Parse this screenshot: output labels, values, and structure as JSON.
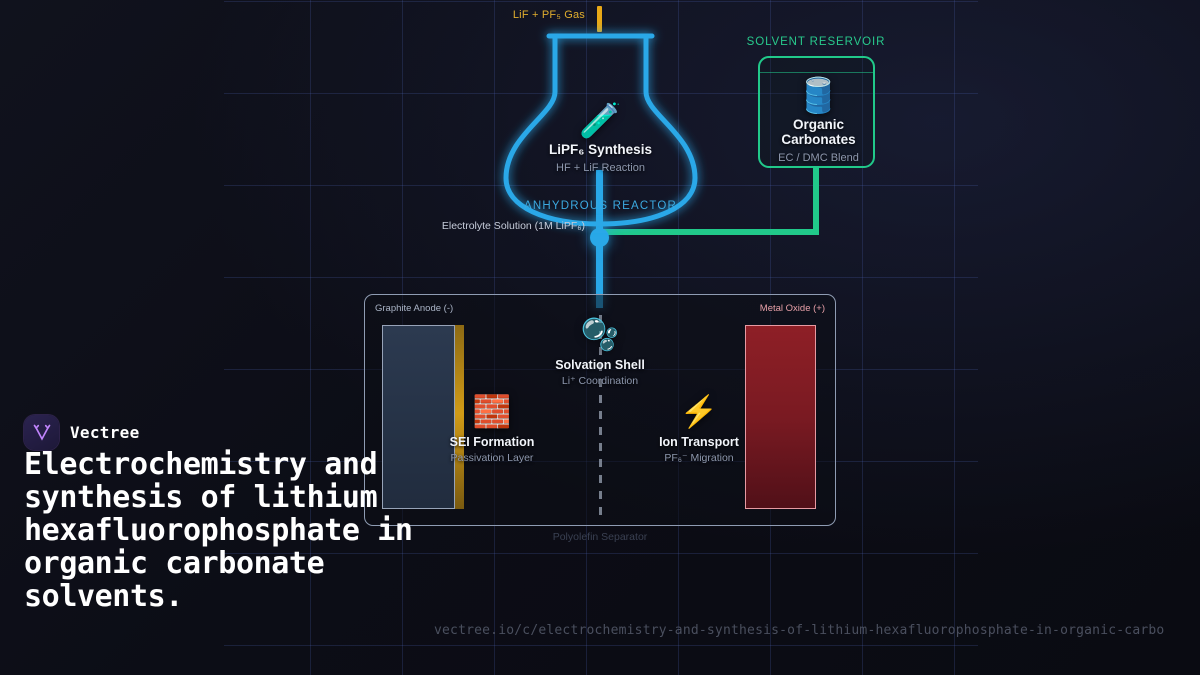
{
  "brand": {
    "name": "Vectree",
    "logo_icon": "vectree-logo-icon",
    "accent": "#a855f7"
  },
  "headline": "Electrochemistry and synthesis of lithium hexafluorophosphate in organic carbonate solvents.",
  "footer_url": "vectree.io/c/electrochemistry-and-synthesis-of-lithium-hexafluorophosphate-in-organic-carbo",
  "diagram": {
    "gas_outlet": {
      "label": "LiF + PF₅ Gas",
      "color": "#e0ad2e"
    },
    "reactor": {
      "caption": "ANHYDROUS REACTOR",
      "icon": "🧪",
      "icon_name": "test-tube-icon",
      "title": "LiPF₆ Synthesis",
      "subtitle": "HF + LiF Reaction",
      "color": "#29a8e8"
    },
    "reservoir": {
      "caption": "SOLVENT RESERVOIR",
      "icon": "🛢️",
      "icon_name": "barrel-icon",
      "title": "Organic Carbonates",
      "subtitle": "EC / DMC Blend",
      "color": "#21c98a"
    },
    "electrolyte_flow_label": "Electrolyte Solution (1M LiPF₆)",
    "cell": {
      "anode_label": "Graphite Anode (-)",
      "cathode_label": "Metal Oxide (+)",
      "separator_label": "Polyolefin Separator",
      "items": [
        {
          "icon": "🧱",
          "icon_name": "brick-wall-icon",
          "title": "SEI Formation",
          "subtitle": "Passivation Layer"
        },
        {
          "icon": "🫧",
          "icon_name": "bubbles-icon",
          "title": "Solvation Shell",
          "subtitle": "Li⁺ Coordination"
        },
        {
          "icon": "⚡",
          "icon_name": "lightning-bolt-icon",
          "title": "Ion Transport",
          "subtitle": "PF₆⁻ Migration"
        }
      ]
    }
  }
}
